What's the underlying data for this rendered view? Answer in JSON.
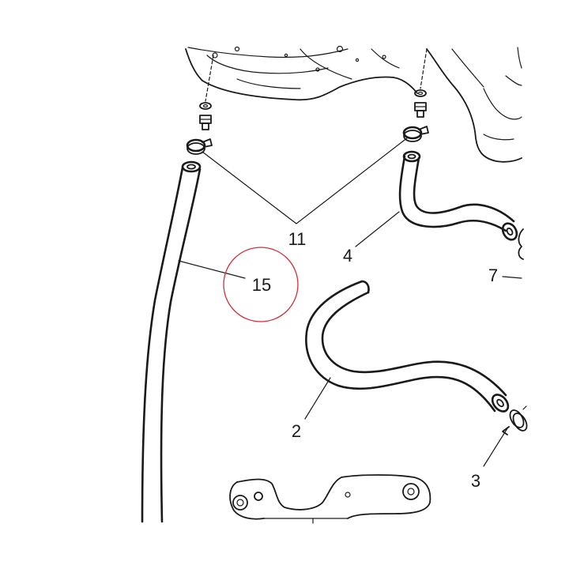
{
  "callouts": {
    "c11": "11",
    "c4": "4",
    "c15": "15",
    "c7": "7",
    "c2": "2",
    "c3": "3"
  },
  "highlight_color": "#d0303c",
  "line_color": "#1a1a1a"
}
